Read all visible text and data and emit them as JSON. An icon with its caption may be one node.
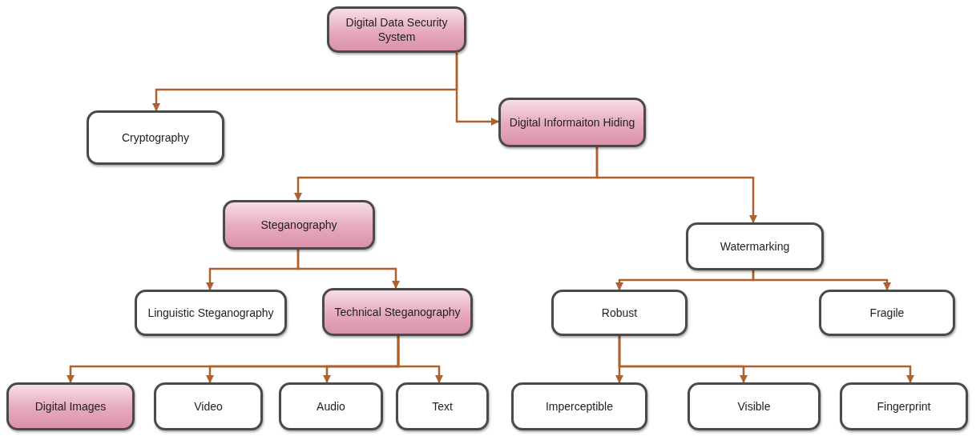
{
  "diagram": {
    "nodes": [
      {
        "text": [
          "Digital Data Security System"
        ]
      },
      {
        "text": [
          "Cryptography"
        ]
      },
      {
        "text": [
          "Digital Informaiton Hiding"
        ]
      },
      {
        "text": [
          "Steganography"
        ]
      },
      {
        "text": [
          "Watermarking"
        ]
      },
      {
        "text": [
          "Linguistic Steganography"
        ]
      },
      {
        "text": [
          "Technical Steganography"
        ]
      },
      {
        "text": [
          "Robust"
        ]
      },
      {
        "text": [
          "Fragile"
        ]
      },
      {
        "text": [
          "Digital Images"
        ]
      },
      {
        "text": [
          "Video"
        ]
      },
      {
        "text": [
          "Audio"
        ]
      },
      {
        "text": [
          "Text"
        ]
      },
      {
        "text": [
          "Imperceptible"
        ]
      },
      {
        "text": [
          "Visible"
        ]
      },
      {
        "text": [
          "Fingerprint"
        ]
      }
    ],
    "edges": [
      {
        "from": 0,
        "to": 1,
        "arrow": "to"
      },
      {
        "from": 0,
        "to": 2,
        "arrow": "to"
      },
      {
        "from": 2,
        "to": 3,
        "arrow": "to"
      },
      {
        "from": 2,
        "to": 4,
        "arrow": "to"
      },
      {
        "from": 3,
        "to": 5,
        "arrow": "to"
      },
      {
        "from": 3,
        "to": 6,
        "arrow": "to"
      },
      {
        "from": 4,
        "to": 7,
        "arrow": "to"
      },
      {
        "from": 4,
        "to": 8,
        "arrow": "to"
      },
      {
        "from": 6,
        "to": 9,
        "arrow": "to"
      },
      {
        "from": 6,
        "to": 10,
        "arrow": "to"
      },
      {
        "from": 6,
        "to": 11,
        "arrow": "to"
      },
      {
        "from": 6,
        "to": 12,
        "arrow": "to"
      },
      {
        "from": 7,
        "to": 13,
        "arrow": "to"
      },
      {
        "from": 7,
        "to": 14,
        "arrow": "to"
      },
      {
        "from": 7,
        "to": 15,
        "arrow": "to"
      }
    ]
  }
}
